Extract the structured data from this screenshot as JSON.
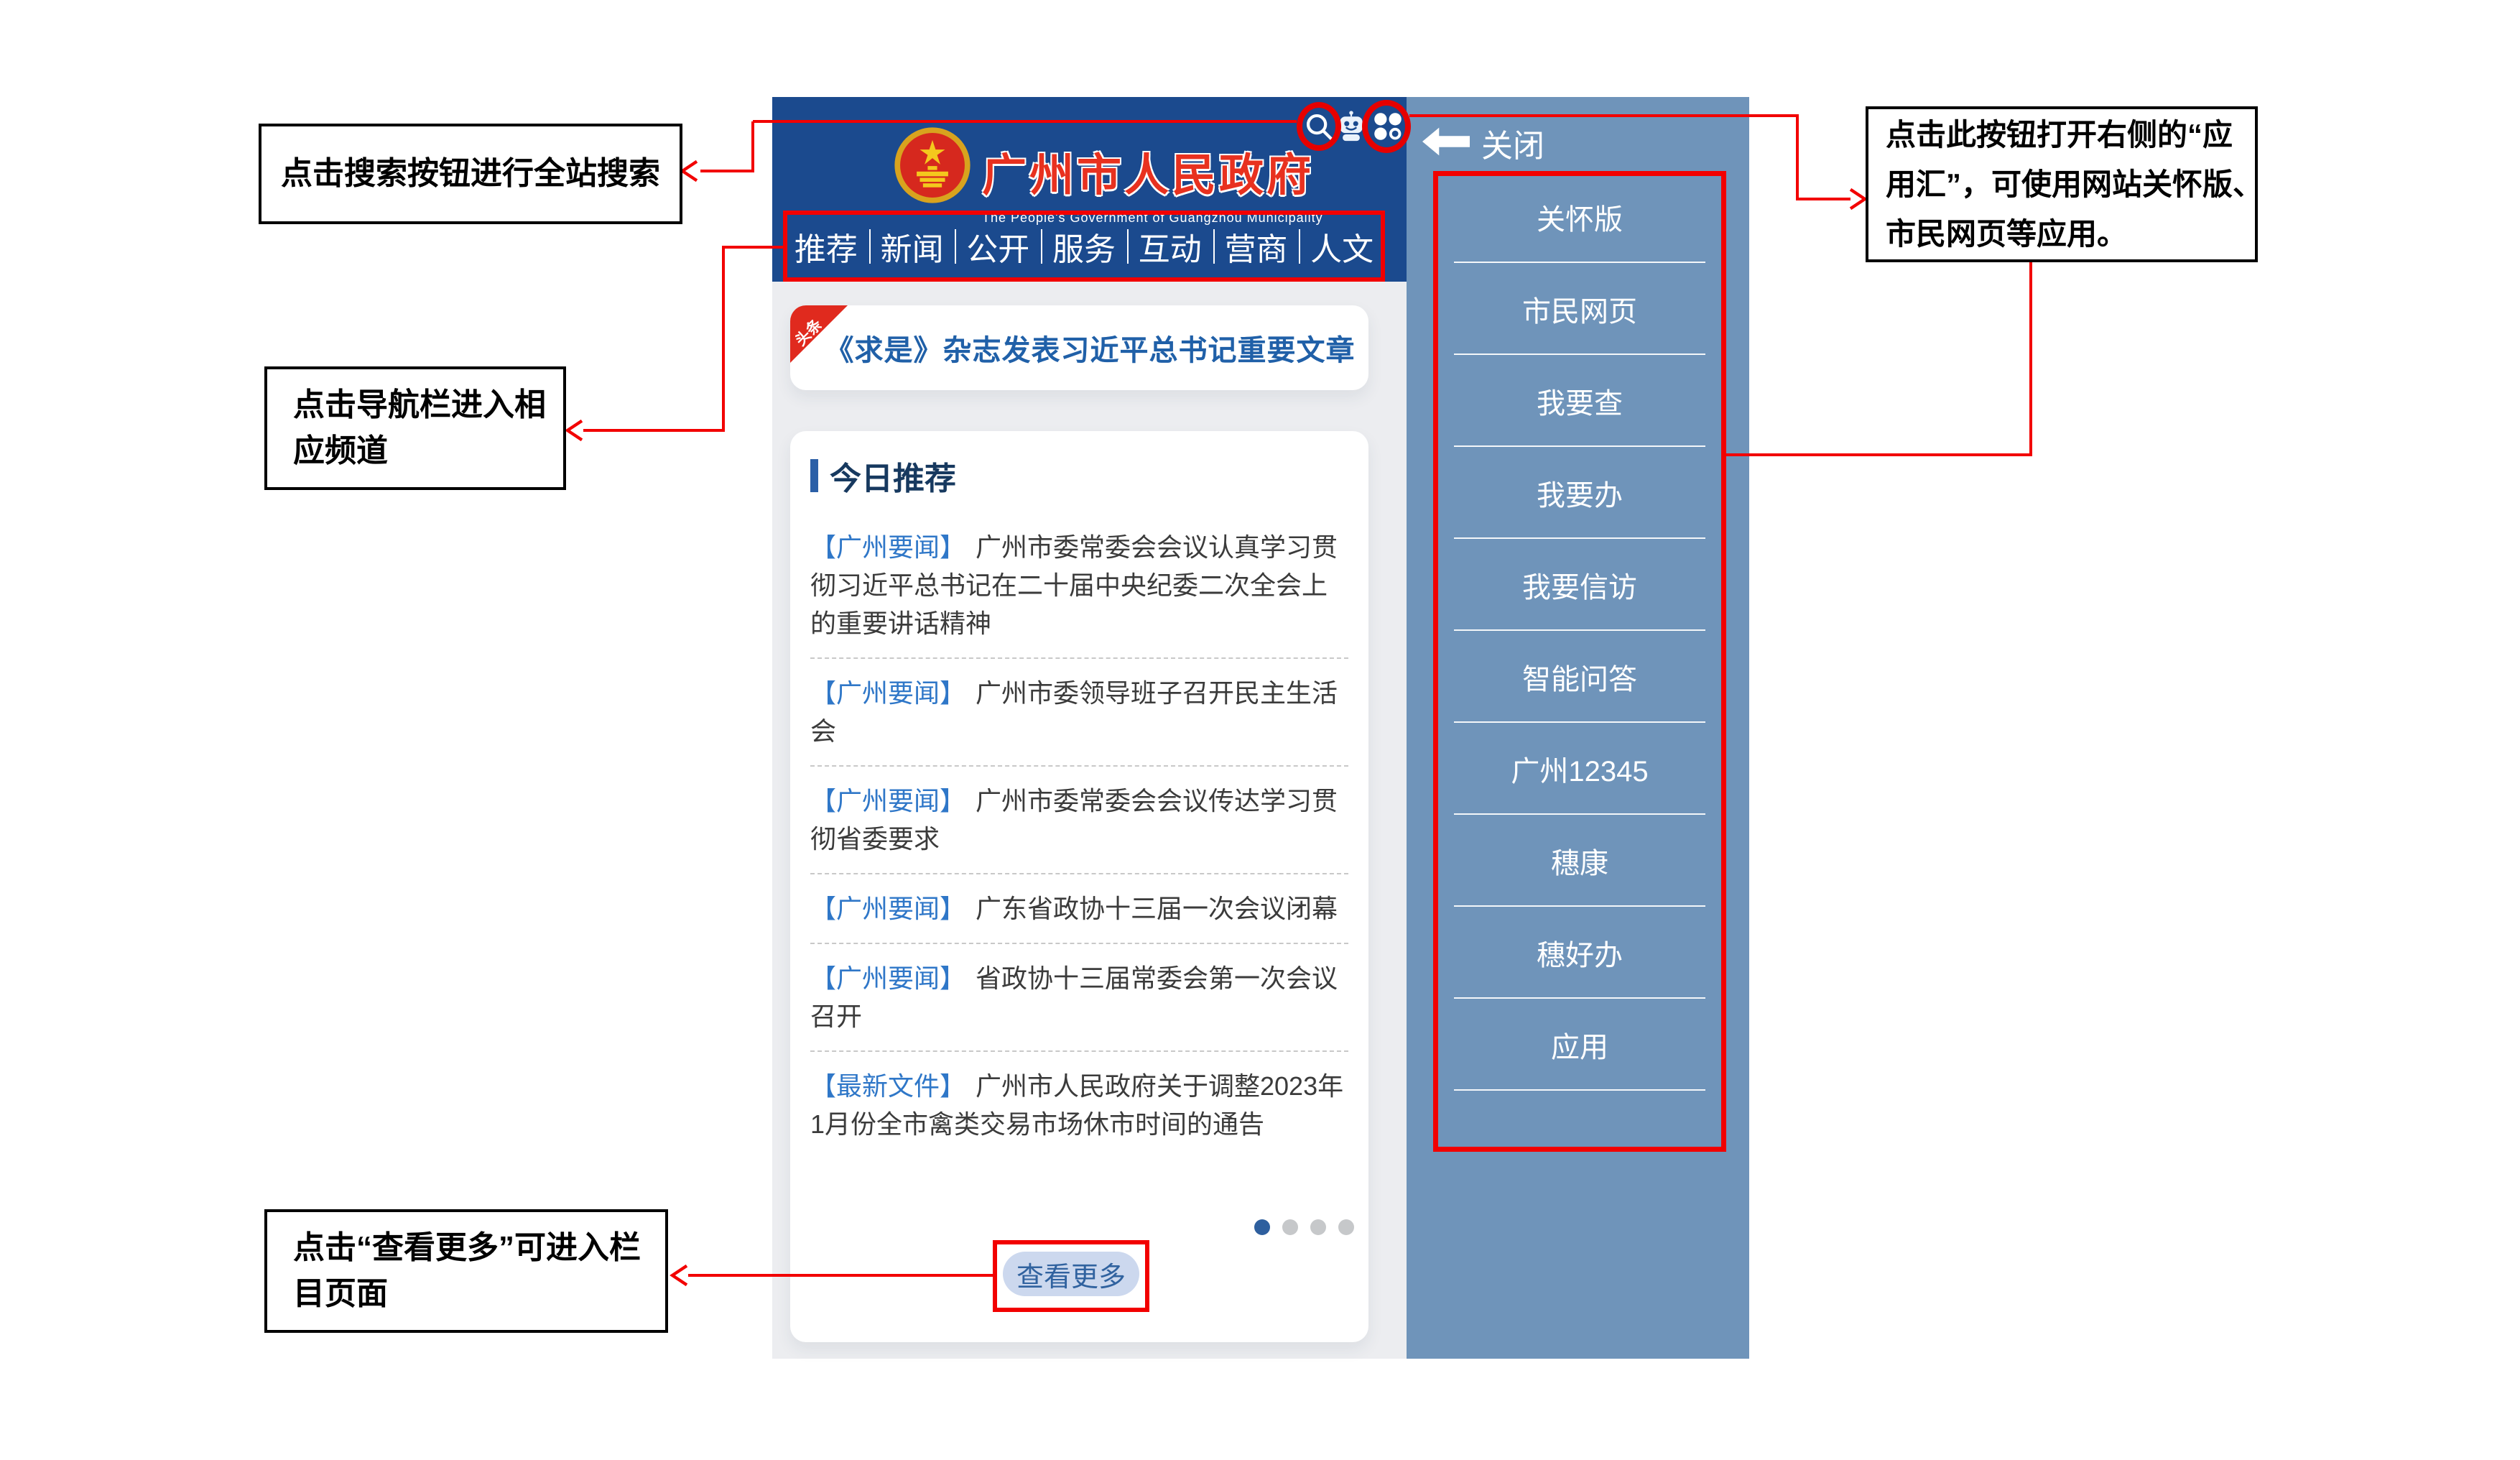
{
  "annotations": {
    "search_note": "点击搜索按钮进行全站搜索",
    "nav_note_line1": "点击导航栏进入相",
    "nav_note_line2": "应频道",
    "more_note_line1": "点击“查看更多”可进入栏",
    "more_note_line2": "目页面",
    "apps_note_line1": "点击此按钮打开右侧的“应",
    "apps_note_line2": "用汇”，可使用网站关怀版、",
    "apps_note_line3": "市民网页等应用。"
  },
  "header": {
    "site_title": "广州市人民政府",
    "site_subtitle": "The People's Government of Guangzhou Municipality",
    "nav_items": [
      "推荐",
      "新闻",
      "公开",
      "服务",
      "互动",
      "营商",
      "人文"
    ]
  },
  "headline": {
    "badge": "头条",
    "title": "《求是》杂志发表习近平总书记重要文章"
  },
  "today": {
    "section_title": "今日推荐",
    "items": [
      {
        "category": "【广州要闻】",
        "text": "广州市委常委会会议认真学习贯彻习近平总书记在二十届中央纪委二次全会上的重要讲话精神"
      },
      {
        "category": "【广州要闻】",
        "text": "广州市委领导班子召开民主生活会"
      },
      {
        "category": "【广州要闻】",
        "text": "广州市委常委会会议传达学习贯彻省委要求"
      },
      {
        "category": "【广州要闻】",
        "text": "广东省政协十三届一次会议闭幕"
      },
      {
        "category": "【广州要闻】",
        "text": "省政协十三届常委会第一次会议召开"
      },
      {
        "category": "【最新文件】",
        "text": "广州市人民政府关于调整2023年1月份全市禽类交易市场休市时间的通告"
      }
    ],
    "more_label": "查看更多",
    "dot_count": "4",
    "active_dot": "1"
  },
  "panel": {
    "close_label": "关闭",
    "items": [
      "关怀版",
      "市民网页",
      "我要查",
      "我要办",
      "我要信访",
      "智能问答",
      "广州12345",
      "穗康",
      "穗好办",
      "应用"
    ]
  },
  "colors": {
    "header_blue": "#1b4a8e",
    "panel_blue": "#6f94ba",
    "annotation_red": "#f20000",
    "link_blue": "#2f77c8",
    "headline_blue": "#2060a8",
    "site_title_red": "#e8311f",
    "content_bg": "#ecedf0",
    "more_pill_bg": "#ccd8ee",
    "active_dot_blue": "#2e5f9e"
  }
}
